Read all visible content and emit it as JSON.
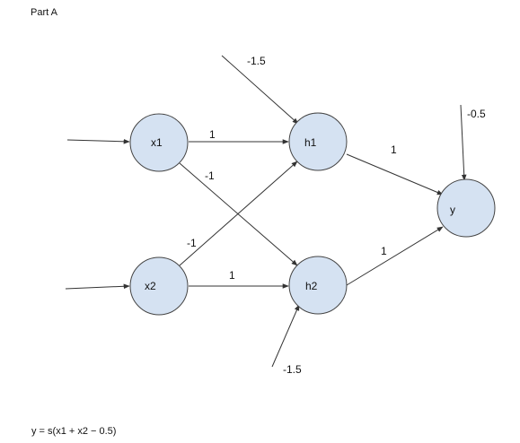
{
  "title": "Part A",
  "formula": "y = s(x1 + x2 − 0.5)",
  "colors": {
    "node_fill": "#d5e2f2",
    "node_stroke": "#444444",
    "edge": "#333333"
  },
  "nodes": {
    "x1": {
      "label": "x1"
    },
    "x2": {
      "label": "x2"
    },
    "h1": {
      "label": "h1"
    },
    "h2": {
      "label": "h2"
    },
    "y": {
      "label": "y"
    }
  },
  "weights": {
    "x1_h1": "1",
    "x1_h2": "-1",
    "x2_h1": "-1",
    "x2_h2": "1",
    "h1_y": "1",
    "h2_y": "1"
  },
  "biases": {
    "h1": "-1.5",
    "h2": "-1.5",
    "y": "-0.5"
  }
}
